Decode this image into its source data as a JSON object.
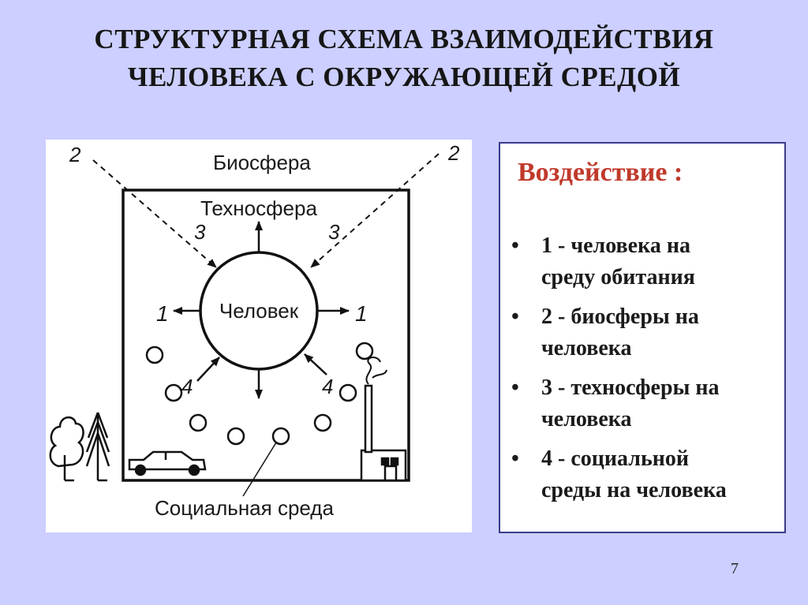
{
  "title": {
    "line1": "СТРУКТУРНАЯ СХЕМА ВЗАИМОДЕЙСТВИЯ",
    "line2": "ЧЕЛОВЕКА С ОКРУЖАЮЩЕЙ СРЕДОЙ"
  },
  "diagram": {
    "biosphere": "Биосфера",
    "technosphere": "Техносфера",
    "human": "Человек",
    "social": "Социальная среда",
    "n1": "1",
    "n2": "2",
    "n3": "3",
    "n4": "4"
  },
  "panel": {
    "heading": "Воздействие :",
    "items": [
      {
        "line1": "1 - человека на",
        "line2": "среду обитания"
      },
      {
        "line1": "2 - биосферы на",
        "line2": "человека"
      },
      {
        "line1": "3 - техносферы на",
        "line2": "человека"
      },
      {
        "line1": "4 - социальной",
        "line2": "среды на человека"
      }
    ],
    "bullet": "•"
  },
  "page_number": "7"
}
